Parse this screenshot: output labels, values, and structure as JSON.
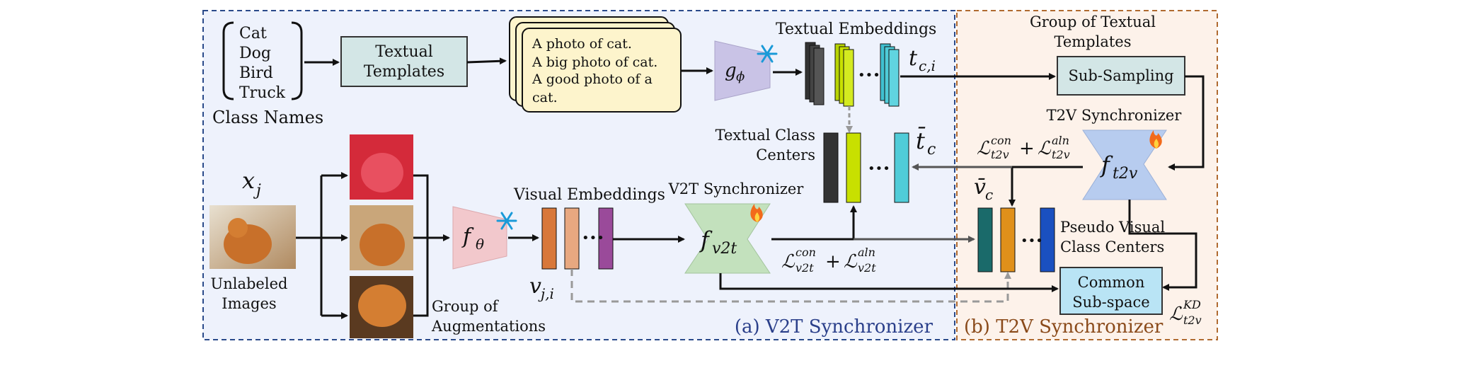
{
  "class_names": {
    "items": [
      "Cat",
      "Dog",
      "Bird",
      "Truck"
    ],
    "caption": "Class Names"
  },
  "textual_templates_box": [
    "Textual",
    "Templates"
  ],
  "prompt_card": [
    "A photo of cat.",
    "A big photo of cat.",
    "A good photo of a",
    "cat."
  ],
  "text_encoder": {
    "symbol": "g",
    "subscript": "ϕ"
  },
  "image_encoder": {
    "symbol": "f",
    "subscript": "θ"
  },
  "labels": {
    "textual_embeddings": "Textual Embeddings",
    "group_textual_templates": [
      "Group of Textual",
      "Templates"
    ],
    "sub_sampling": "Sub-Sampling",
    "t2v_synchronizer": "T2V Synchronizer",
    "textual_class_centers": [
      "Textual Class",
      "Centers"
    ],
    "visual_embeddings": "Visual Embeddings",
    "v2t_synchronizer": "V2T Synchronizer",
    "pseudo_visual_centers": [
      "Pseudo Visual",
      "Class Centers"
    ],
    "common_subspace": [
      "Common",
      "Sub-space"
    ],
    "unlabeled_images": [
      "Unlabeled",
      "Images"
    ],
    "group_augmentations": [
      "Group of",
      "Augmentations"
    ],
    "panel_a": "(a) V2T Synchronizer",
    "panel_b": "(b) T2V Synchronizer",
    "ellipsis": "•••"
  },
  "math": {
    "t_ci": {
      "base": "t",
      "sub": "c,i"
    },
    "t_bar_c": {
      "base": "t̄",
      "sub": "c"
    },
    "v_bar_c": {
      "base": "v̄",
      "sub": "c"
    },
    "x_j": {
      "base": "x",
      "sub": "j"
    },
    "v_ji": {
      "base": "v",
      "sub": "j,i"
    },
    "f_v2t": {
      "base": "f",
      "sub": "v2t"
    },
    "f_t2v": {
      "base": "f",
      "sub": "t2v"
    },
    "loss_t2v": {
      "L": "ℒ",
      "con": "con",
      "aln": "aln",
      "sub": "t2v",
      "plus": "+"
    },
    "loss_v2t": {
      "L": "ℒ",
      "con": "con",
      "aln": "aln",
      "sub": "v2t",
      "plus": "+"
    },
    "loss_kd": {
      "L": "ℒ",
      "sup": "KD",
      "sub": "t2v"
    }
  },
  "colors": {
    "panel_a_fill": "#eef2fc",
    "panel_a_border": "#2a4a8a",
    "panel_b_fill": "#fdf2ea",
    "panel_b_border": "#b06a30",
    "template_box": "#d3e6e6",
    "prompt_card": "#fdf4cc",
    "text_encoder": "#c9c3e6",
    "image_encoder": "#f2c8cc",
    "v2t_module": "#c3e1bd",
    "t2v_module": "#b7ccef",
    "common_subspace": "#b9e4f5",
    "dashed_arrow": "#999999"
  },
  "icons": [
    "snowflake-icon",
    "fire-icon"
  ]
}
